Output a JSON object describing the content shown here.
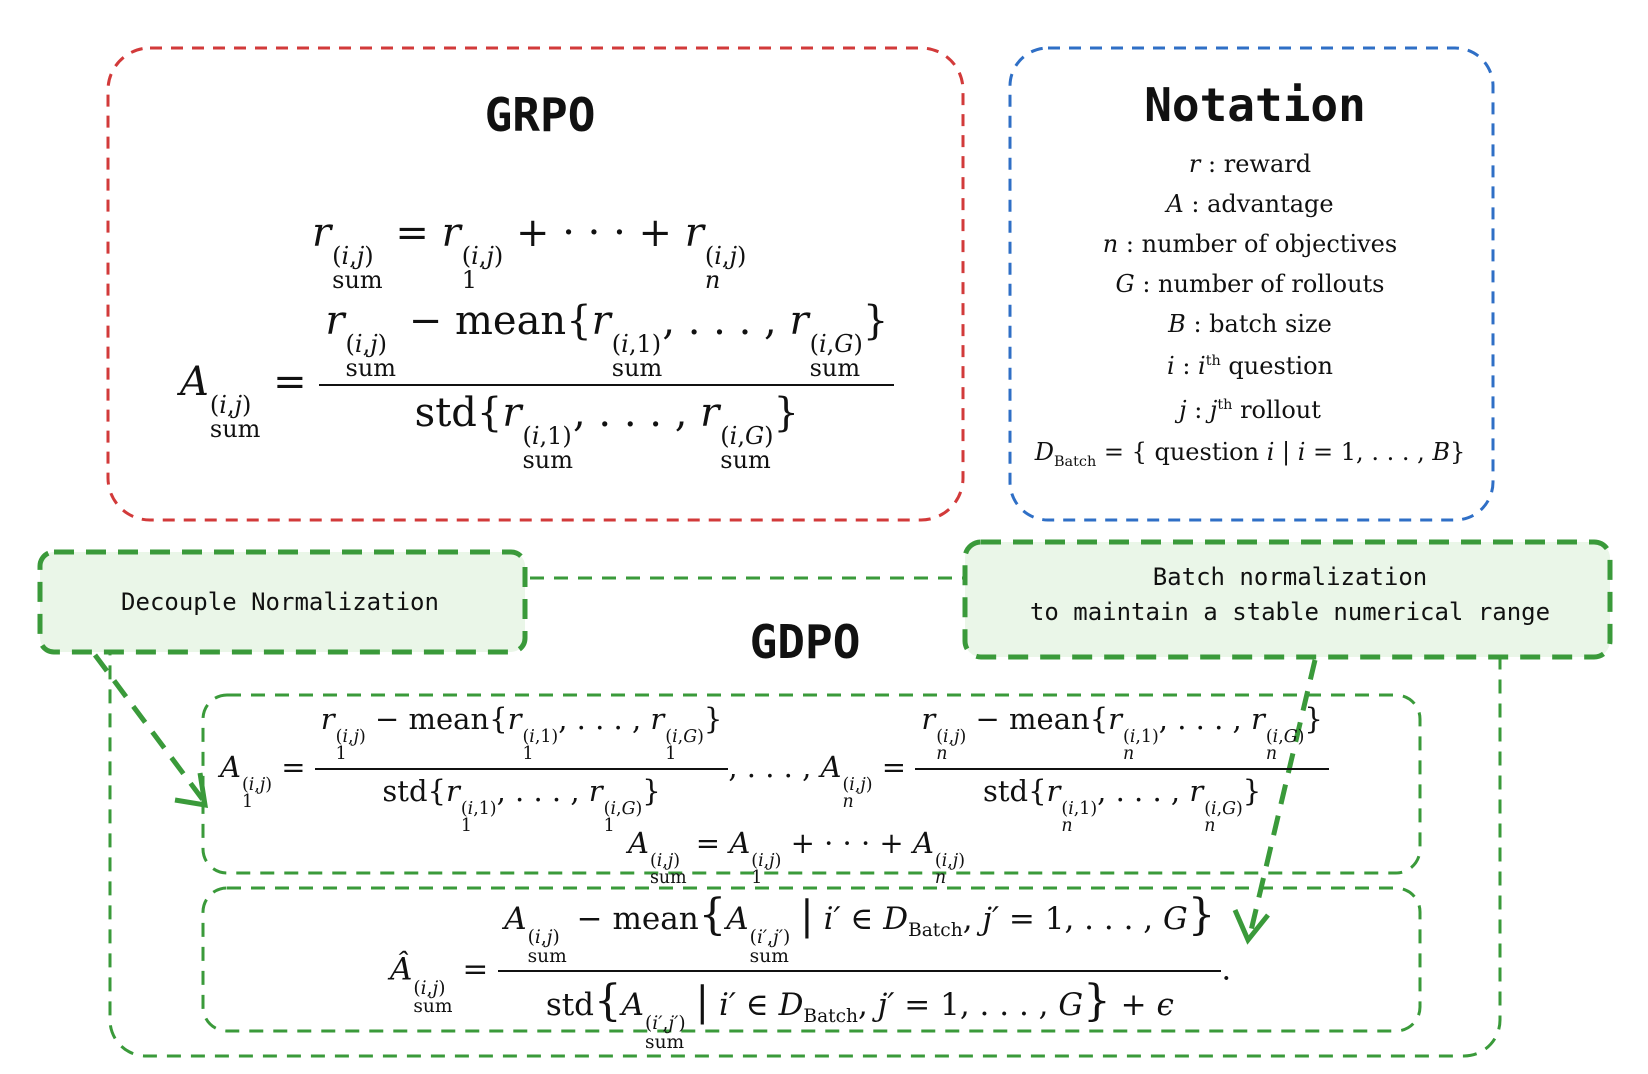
{
  "titles": {
    "grpo": "GRPO",
    "notation": "Notation",
    "gdpo": "GDPO"
  },
  "callouts": {
    "decouple": "Decouple Normalization",
    "batch_line1": "Batch normalization",
    "batch_line2": "to maintain a stable numerical range"
  },
  "notation": {
    "reward": ": reward",
    "advantage": ": advantage",
    "objectives": ": number of objectives",
    "rollouts": ": number of rollouts",
    "batch": ": batch size",
    "question": "question",
    "rollout": "rollout",
    "dbatch_text": "question"
  },
  "math": {
    "sum": "sum",
    "mean": "mean",
    "std": "std",
    "batch_sub": "Batch",
    "th": "th"
  },
  "colors": {
    "grpo_border": "#d23a3a",
    "notation_border": "#2f6fc6",
    "gdpo_border": "#3a9a3a",
    "callout_fill": "#eaf6e8"
  }
}
